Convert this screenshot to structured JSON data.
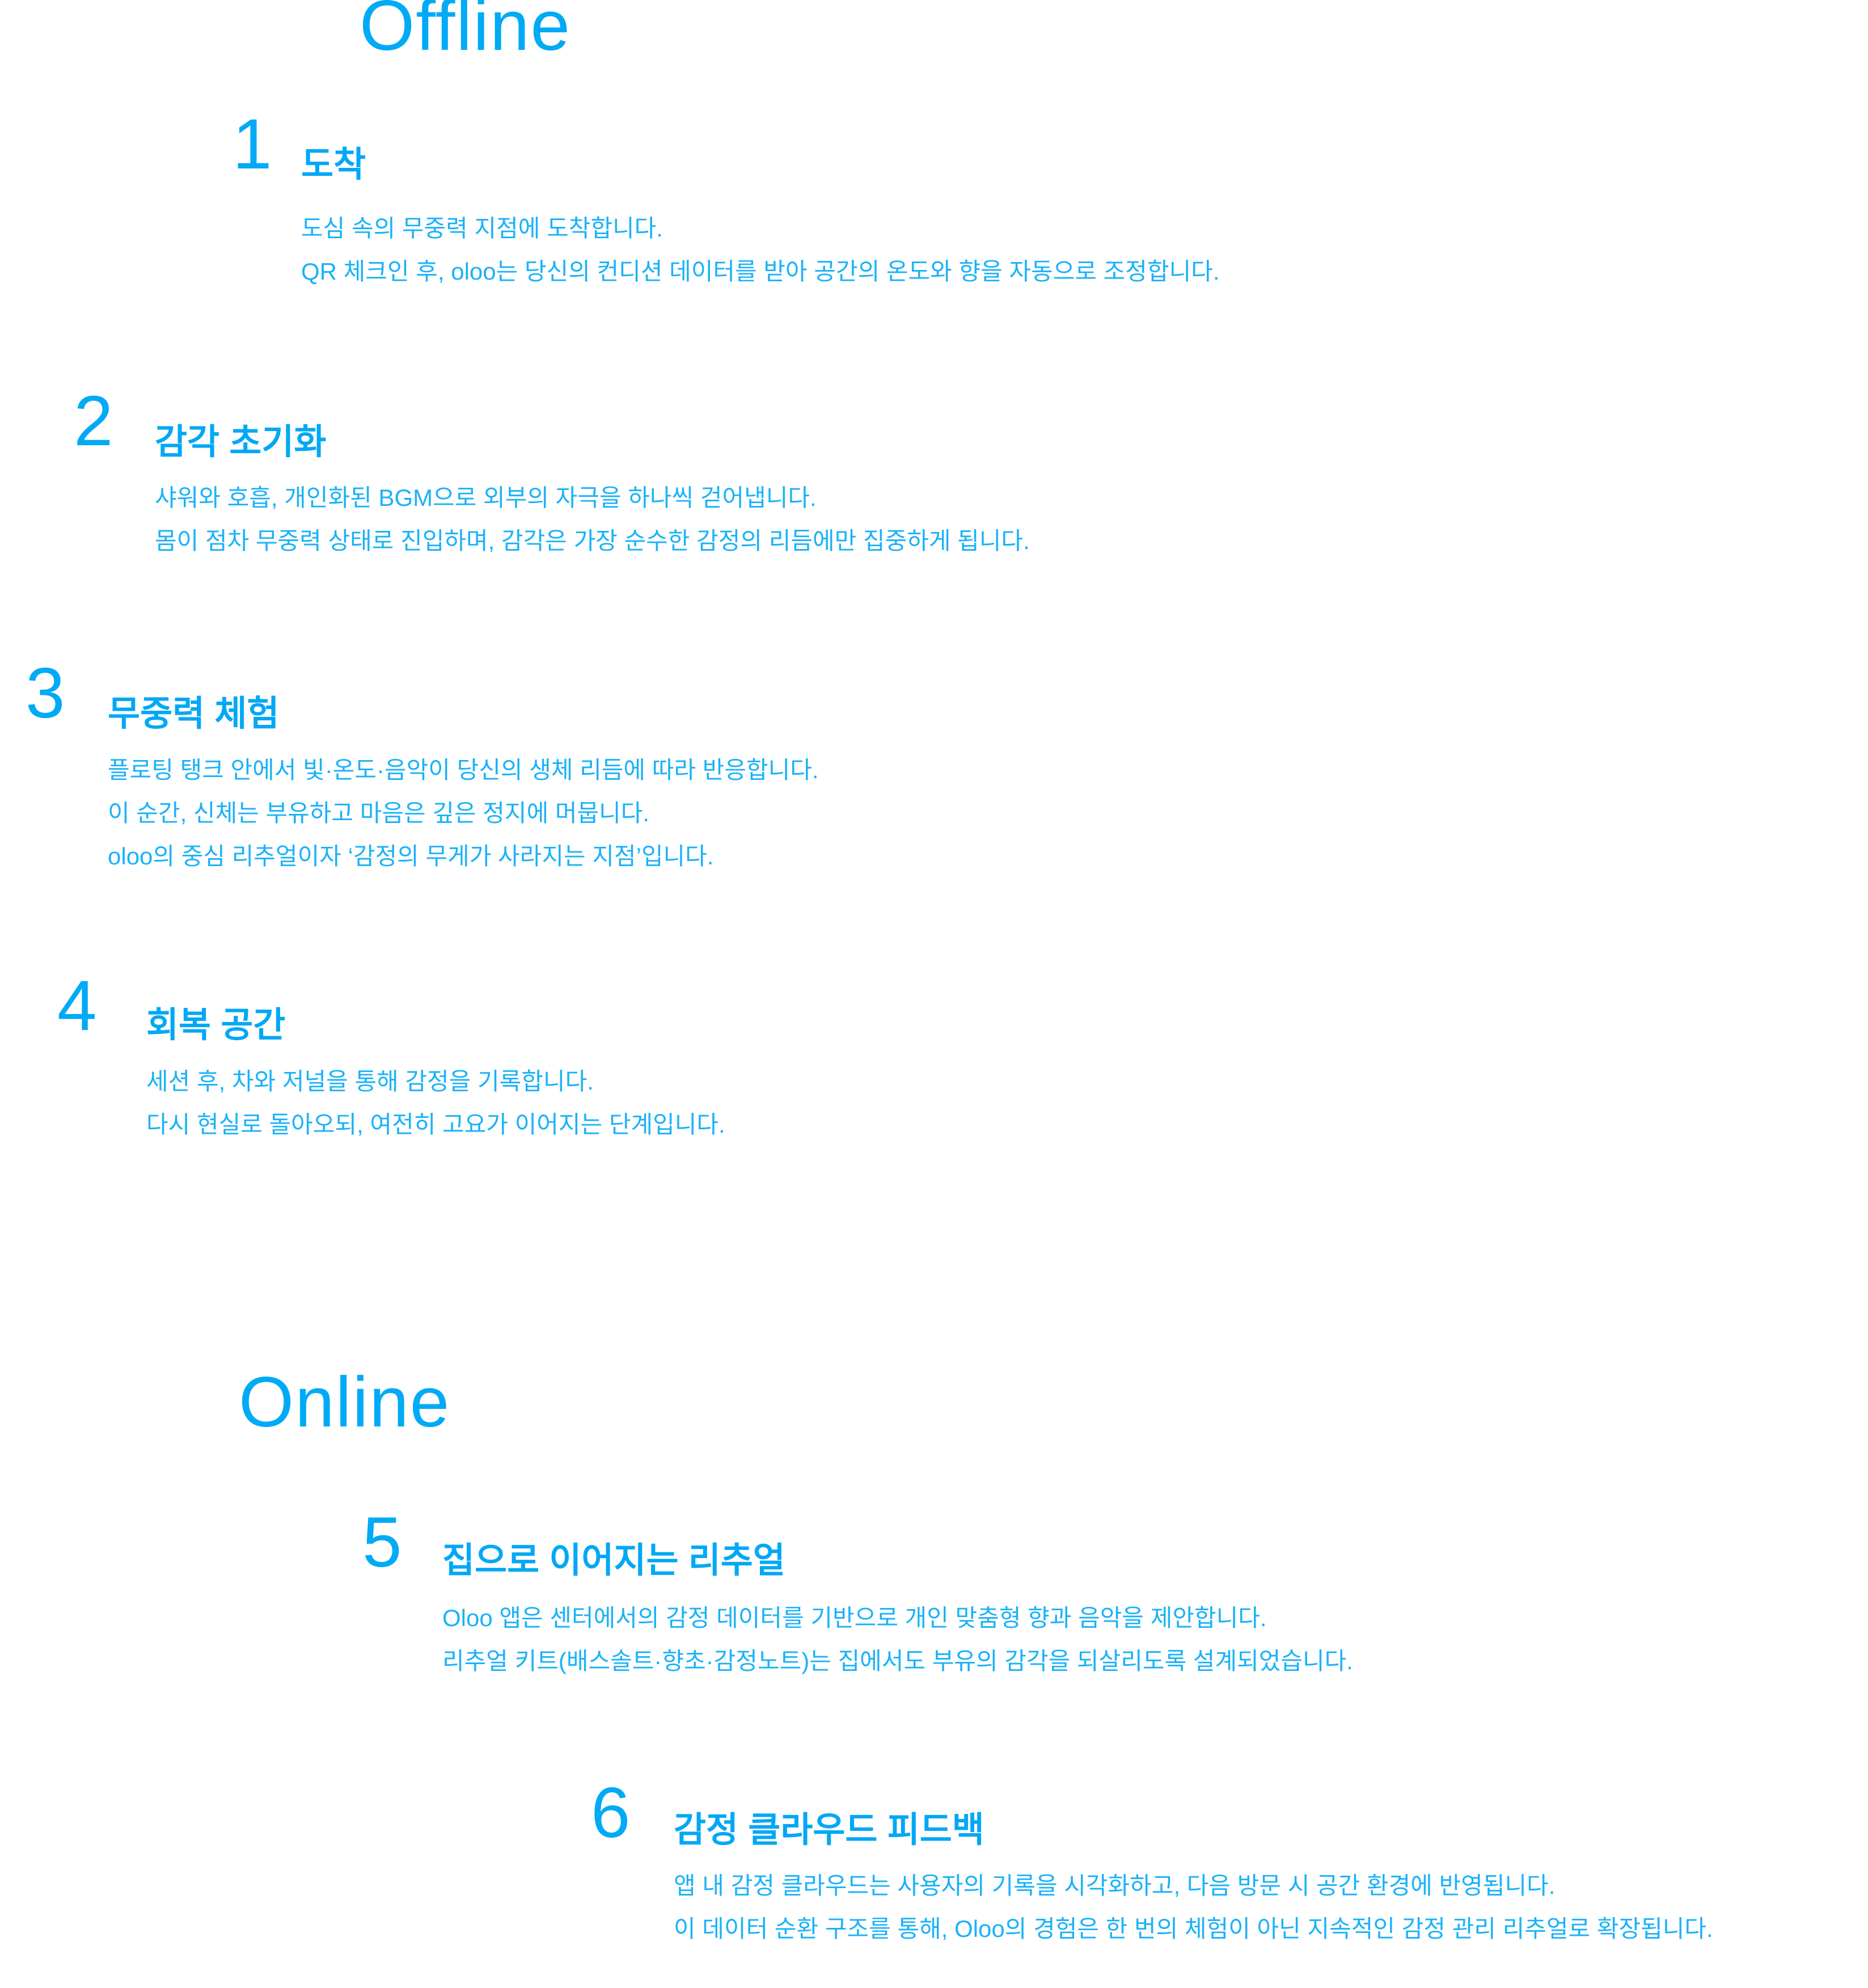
{
  "sections": {
    "offline": "Offline",
    "online": "Online"
  },
  "steps": [
    {
      "number": "1",
      "title": "도착",
      "lines": [
        "도심 속의 무중력 지점에 도착합니다.",
        "QR 체크인 후, oloo는 당신의 컨디션 데이터를 받아 공간의 온도와 향을 자동으로 조정합니다."
      ]
    },
    {
      "number": "2",
      "title": "감각 초기화",
      "lines": [
        "샤워와 호흡, 개인화된 BGM으로 외부의 자극을 하나씩 걷어냅니다.",
        "몸이 점차 무중력 상태로 진입하며, 감각은 가장 순수한 감정의 리듬에만 집중하게 됩니다."
      ]
    },
    {
      "number": "3",
      "title": "무중력 체험",
      "lines": [
        "플로팅 탱크 안에서 빛·온도·음악이 당신의 생체 리듬에 따라 반응합니다.",
        "이 순간, 신체는 부유하고 마음은 깊은 정지에 머뭅니다.",
        "oloo의 중심 리추얼이자 ‘감정의 무게가 사라지는 지점’입니다."
      ]
    },
    {
      "number": "4",
      "title": "회복 공간",
      "lines": [
        "세션 후, 차와 저널을 통해 감정을 기록합니다.",
        "다시 현실로 돌아오되, 여전히 고요가 이어지는 단계입니다."
      ]
    },
    {
      "number": "5",
      "title": "집으로 이어지는 리추얼",
      "lines": [
        "Oloo 앱은 센터에서의 감정 데이터를 기반으로 개인 맞춤형 향과 음악을 제안합니다.",
        "리추얼 키트(배스솔트·향초·감정노트)는 집에서도 부유의 감각을 되살리도록 설계되었습니다."
      ]
    },
    {
      "number": "6",
      "title": "감정 클라우드 피드백",
      "lines": [
        "앱 내 감정 클라우드는 사용자의 기록을 시각화하고, 다음 방문 시 공간 환경에 반영됩니다.",
        "이 데이터 순환 구조를 통해, Oloo의 경험은 한 번의 체험이 아닌 지속적인 감정 관리 리추얼로 확장됩니다."
      ]
    }
  ],
  "colors": {
    "accent": "#00aaf5"
  }
}
